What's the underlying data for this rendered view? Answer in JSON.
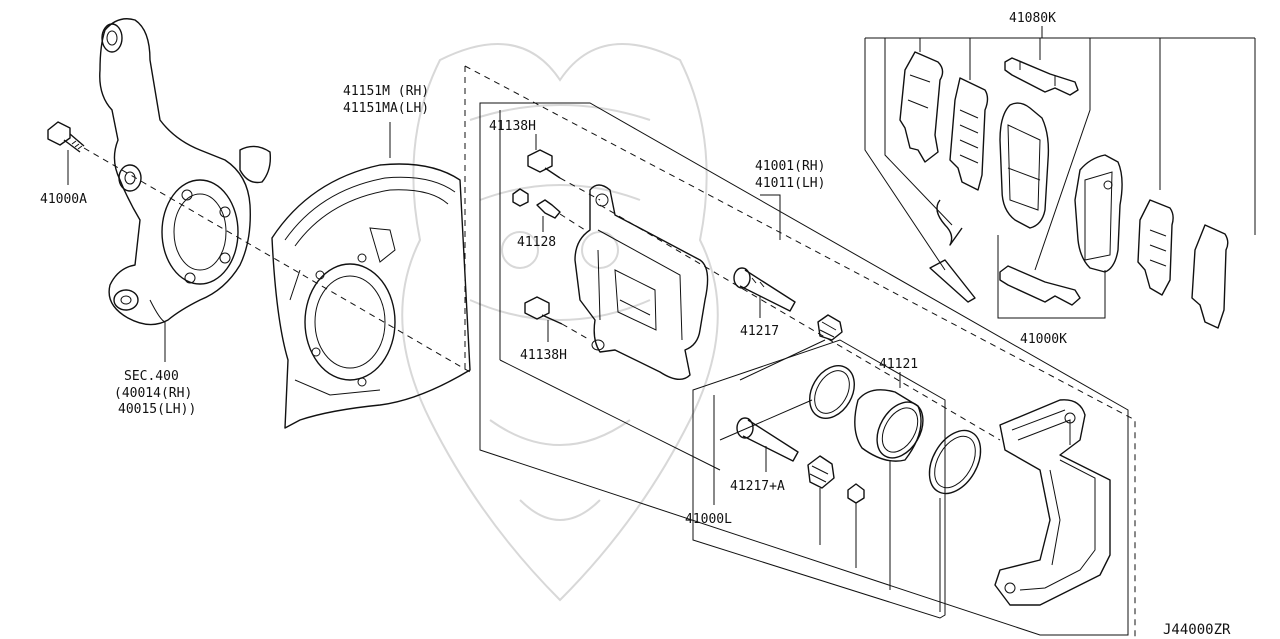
{
  "diagram_id": "J44000ZR",
  "labels": {
    "p41000A": "41000A",
    "sec400": "SEC.400",
    "p40014": "(40014(RH)",
    "p40015": "40015(LH))",
    "p41151M": "41151M  (RH)",
    "p41151MA": "41151MA(LH)",
    "p41138H_top": "41138H",
    "p41128": "41128",
    "p41138H_bottom": "41138H",
    "p41001": "41001(RH)",
    "p41011": "41011(LH)",
    "p41217": "41217",
    "p41121": "41121",
    "p41217A": "41217+A",
    "p41000L": "41000L",
    "p41080K": "41080K",
    "p41000K": "41000K"
  }
}
